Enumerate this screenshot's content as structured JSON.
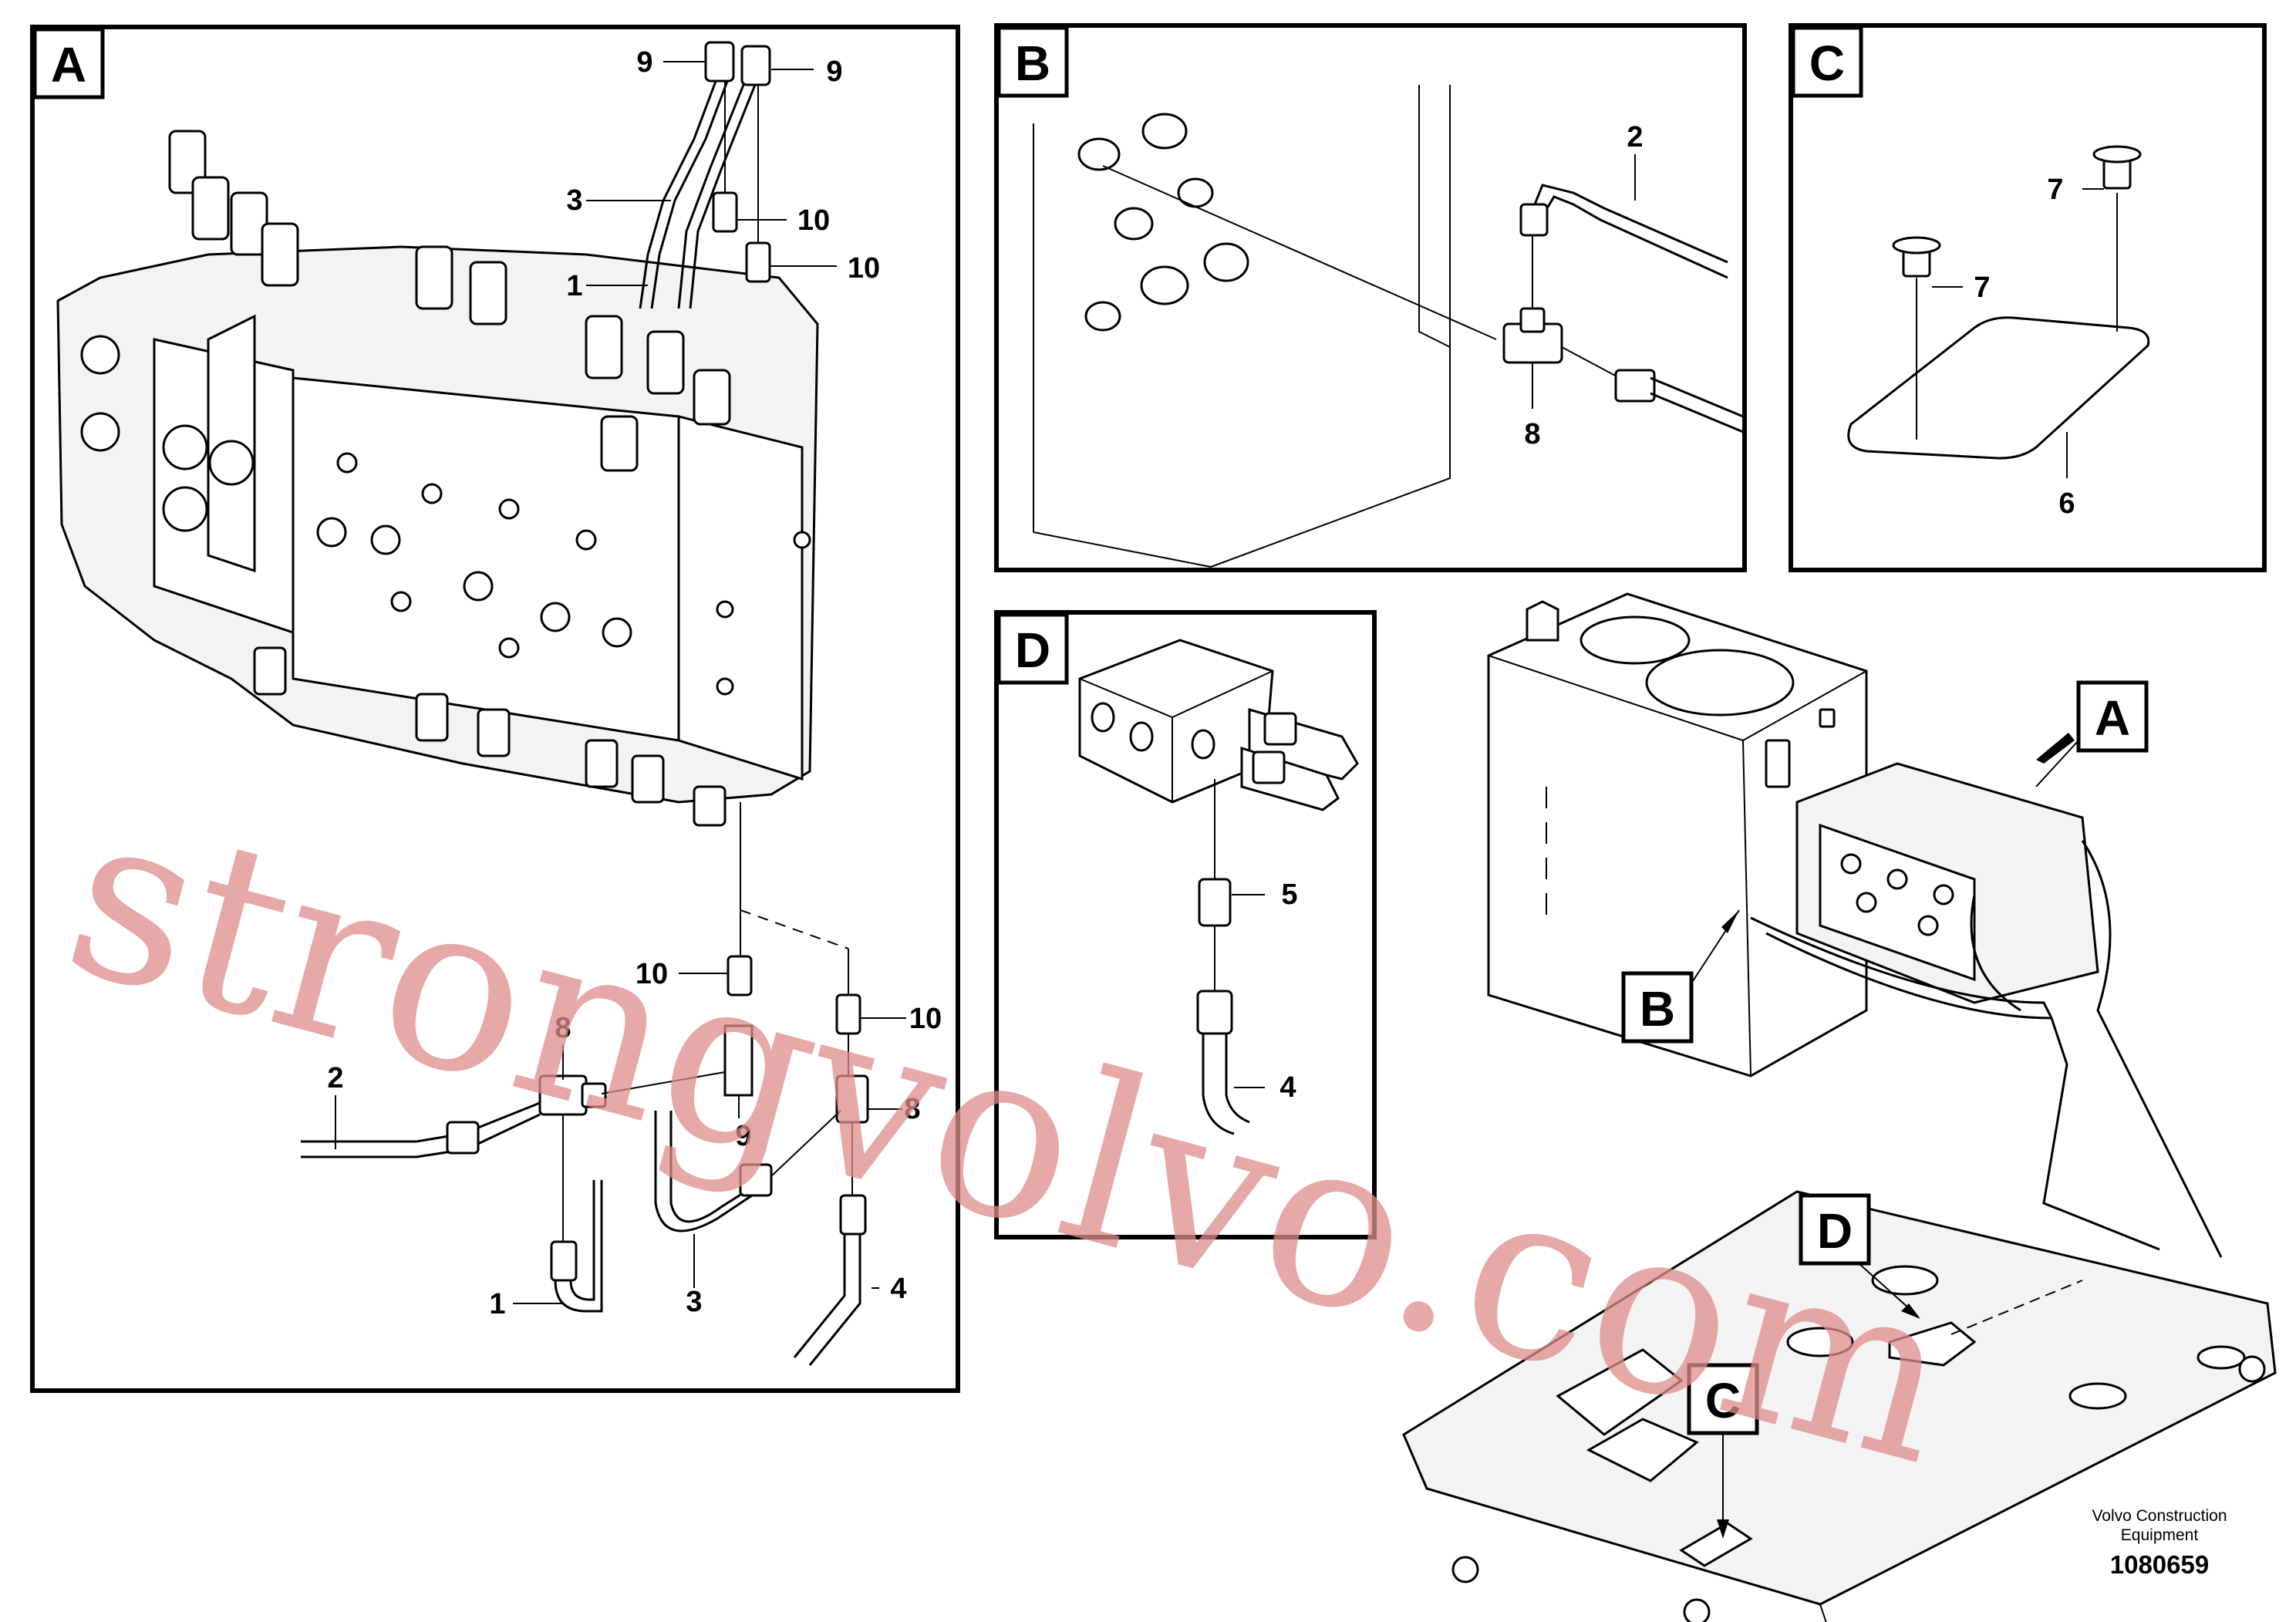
{
  "panels": {
    "a": {
      "letter": "A"
    },
    "b": {
      "letter": "B"
    },
    "c": {
      "letter": "C"
    },
    "d": {
      "letter": "D"
    }
  },
  "callouts": {
    "a": [
      "9",
      "9",
      "3",
      "10",
      "1",
      "10",
      "10",
      "10",
      "8",
      "2",
      "8",
      "9",
      "1",
      "3",
      "4"
    ],
    "b": [
      "2",
      "8"
    ],
    "c": [
      "7",
      "7",
      "6"
    ],
    "d": [
      "5",
      "4"
    ]
  },
  "overview": {
    "labels": [
      "A",
      "B",
      "C",
      "D"
    ]
  },
  "credit": {
    "line1": "Volvo Construction",
    "line2": "Equipment"
  },
  "document_number": "1080659",
  "watermark": "strongvolvo.com",
  "colors": {
    "line": "#000000",
    "watermark": "#e08c8c",
    "background": "#ffffff"
  }
}
